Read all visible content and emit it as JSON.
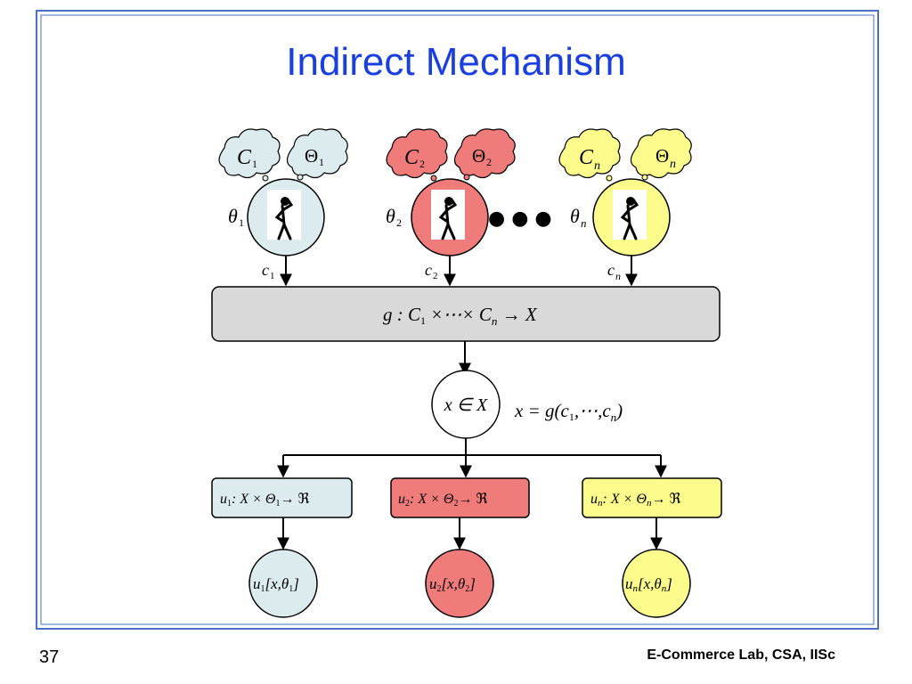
{
  "slide": {
    "title": "Indirect Mechanism",
    "page_number": "37",
    "footer": "E-Commerce  Lab, CSA, IISc",
    "ellipsis": "● ● ●"
  },
  "colors": {
    "agent1": "#dcecee",
    "agent2": "#f07b7b",
    "agent3": "#fcfc8c",
    "mechanism_box": "#d9d9d9",
    "title": "#1a3fe0",
    "frame": "#4a6fc4"
  },
  "agents": [
    {
      "theta": "θ",
      "index": "1",
      "cloud_c": "C",
      "cloud_theta": "Θ",
      "message": "c",
      "utility_box": {
        "u": "u",
        "rest": ": X × Θ",
        "arrow": "→ ℜ"
      },
      "outcome": {
        "u": "u",
        "open": "[x,",
        "theta": "θ",
        "close": "]"
      }
    },
    {
      "theta": "θ",
      "index": "2",
      "cloud_c": "C",
      "cloud_theta": "Θ",
      "message": "c",
      "utility_box": {
        "u": "u",
        "rest": ": X × Θ",
        "arrow": "→ ℜ"
      },
      "outcome": {
        "u": "u",
        "open": "[x,",
        "theta": "θ",
        "close": "]"
      }
    },
    {
      "theta": "θ",
      "index": "n",
      "cloud_c": "C",
      "cloud_theta": "Θ",
      "message": "c",
      "utility_box": {
        "u": "u",
        "rest": ": X × Θ",
        "arrow": "→ ℜ"
      },
      "outcome": {
        "u": "u",
        "open": "[x,",
        "theta": "θ",
        "close": "]"
      }
    }
  ],
  "mechanism": {
    "g_prefix": "g : C",
    "sub1": "1",
    "middle": " ×⋯× C",
    "subn": "n",
    "suffix": " → X"
  },
  "outcome_node": {
    "circle_label": "x ∈ X",
    "equation_prefix": "x = g(c",
    "eq_sub1": "1",
    "equation_middle": ",⋯,c",
    "eq_subn": "n",
    "equation_suffix": ")"
  }
}
